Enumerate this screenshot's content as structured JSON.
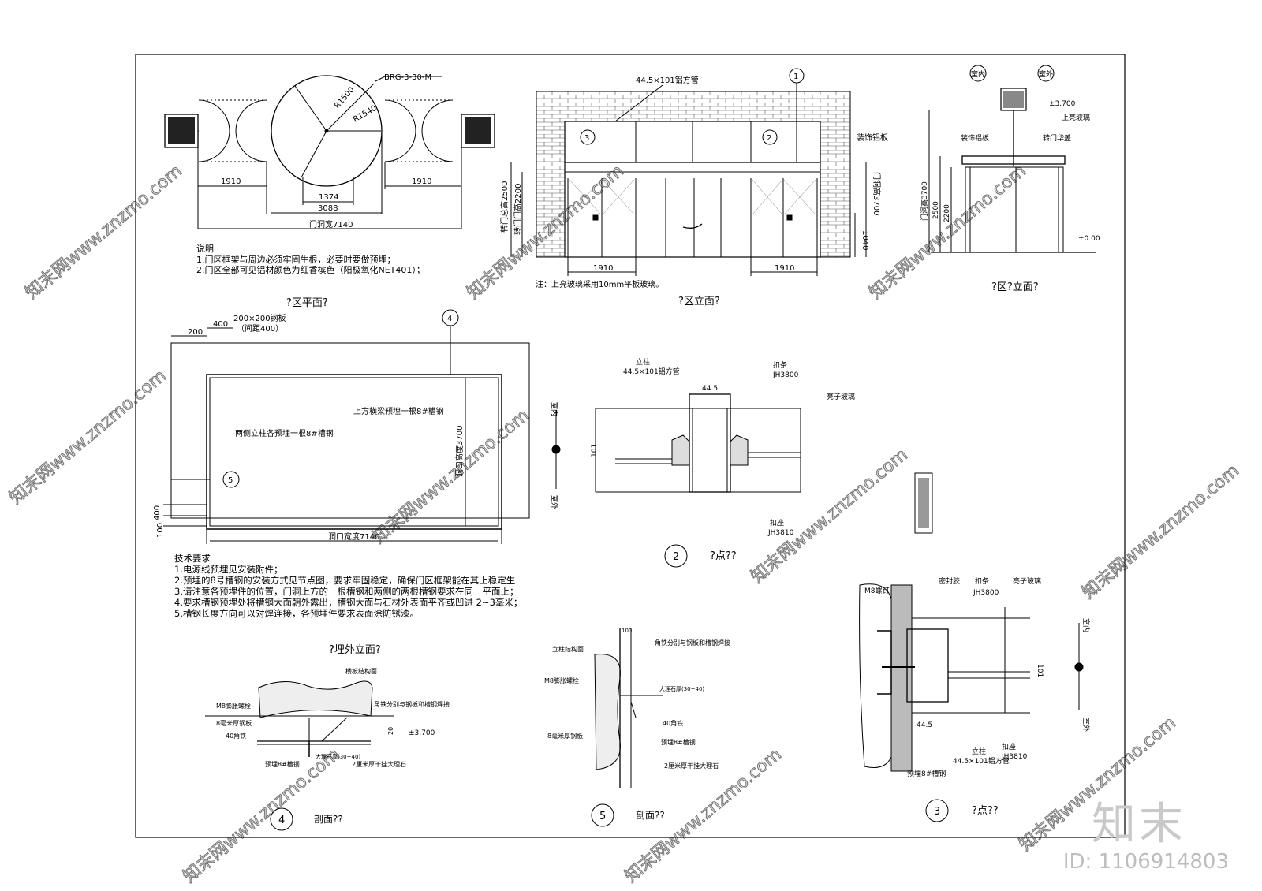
{
  "plan_top": {
    "brg": "BRG-3-30-M",
    "r1500": "R1500",
    "r1540": "R1540",
    "d1910a": "1910",
    "d1910b": "1910",
    "d1374": "1374",
    "d3088": "3088",
    "opening": "门洞宽7140",
    "notes_title": "说明",
    "notes": [
      "1.门区框架与周边必须牢固生根，必要时要做预埋；",
      "2.门区全部可见铝材颜色为红香槟色（阳极氧化NET401）；"
    ],
    "title": "?区平面?"
  },
  "elev_front": {
    "tube": "44.5×101铝方管",
    "panel": "装饰铝板",
    "h_left1": "转门总高2500",
    "h_left2": "转门门高2200",
    "h_right": "门洞高3700",
    "d1040": "1040",
    "d1910a": "1910",
    "d1910b": "1910",
    "note": "注：上亮玻璃采用10mm平板玻璃。",
    "title": "?区立面?",
    "tag1": "1",
    "tag2": "2",
    "tag3": "3"
  },
  "elev_side": {
    "in": "室内",
    "out": "室外",
    "level_top": "±3.700",
    "glass": "上亮玻璃",
    "panel": "装饰铝板",
    "cover": "转门华盖",
    "h3700": "门洞高3700",
    "h2500": "2500",
    "h2200": "2200",
    "level0": "±0.00",
    "title": "?区?立面?"
  },
  "plan_embed": {
    "plate": "200×200钢板",
    "spacing": "（间距400）",
    "d200": "200",
    "d400": "400",
    "beam": "上方横梁预埋一根8#槽钢",
    "column": "两侧立柱各预埋一根8#槽钢",
    "height": "洞口高度3700",
    "width": "洞口宽度7140",
    "d400b": "400",
    "d100": "100",
    "tag4": "4",
    "tag5": "5",
    "req_title": "技术要求",
    "reqs": [
      "1.电源线预埋见安装附件；",
      "2.预埋的8号槽钢的安装方式见节点图，要求牢固稳定，确保门区框架能在其上稳定生",
      "3.请注意各预埋件的位置，门洞上方的一根槽钢和两侧的两根槽钢要求在同一平面上；",
      "4.要求槽钢预埋处将槽钢大面朝外露出，槽钢大面与石材外表面平齐或凹进 2~3毫米；",
      "5.槽钢长度方向可以对焊连接，各预埋件要求表面涂防锈漆。"
    ],
    "title": "?埋外立面?"
  },
  "node2": {
    "col": "立柱",
    "tube": "44.5×101铝方管",
    "d445": "44.5",
    "clip": "扣条",
    "jh3800": "JH3800",
    "glass": "亮子玻璃",
    "in": "室内",
    "out": "室外",
    "d101": "101",
    "base": "扣座",
    "jh3810": "JH3810",
    "num": "2",
    "title": "?点??"
  },
  "node3": {
    "bolt": "M8螺钉",
    "seal": "密封胶",
    "clip": "扣条",
    "jh3800": "JH3800",
    "glass": "亮子玻璃",
    "in": "室内",
    "out": "室外",
    "d101": "101",
    "d445": "44.5",
    "col": "立柱",
    "tube": "44.5×101铝方管",
    "base": "扣座",
    "jh3810": "JH3810",
    "channel": "预埋8#槽钢",
    "num": "3",
    "title": "?点??"
  },
  "sec4": {
    "struct": "楼板结构面",
    "bolt": "M8膨胀螺栓",
    "plate": "8毫米厚钢板",
    "angle": "40角铁",
    "weld": "角铁分别与钢板和槽钢焊接",
    "d20": "20",
    "level": "±3.700",
    "channel": "预埋8#槽钢",
    "stone_thk": "大理石厚(30~40)",
    "stone": "2厘米厚干挂大理石",
    "num": "4",
    "title": "剖面??"
  },
  "sec5": {
    "d100": "100",
    "struct": "立柱结构面",
    "weld": "角铁分别与钢板和槽钢焊接",
    "bolt": "M8膨胀螺栓",
    "stone_thk": "大理石厚(30~40)",
    "angle": "40角铁",
    "plate": "8毫米厚钢板",
    "channel": "预埋8#槽钢",
    "stone": "2厘米厚干挂大理石",
    "num": "5",
    "title": "剖面??"
  },
  "watermark": {
    "site": "知末网www.znzmo.com",
    "logo": "知末",
    "id": "ID: 1106914803"
  }
}
